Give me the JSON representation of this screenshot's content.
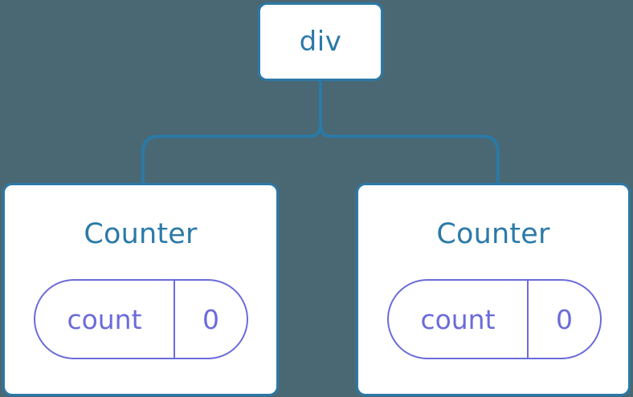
{
  "diagram": {
    "background_color": "#4a6874",
    "node_border_color": "#2b79a6",
    "node_fill_color": "#ffffff",
    "node_text_color": "#2b7aa8",
    "state_color": "#6b6bdb",
    "connector_color": "#2b79a6",
    "root": {
      "label": "div"
    },
    "children": [
      {
        "title": "Counter",
        "state": {
          "key": "count",
          "value": "0"
        }
      },
      {
        "title": "Counter",
        "state": {
          "key": "count",
          "value": "0"
        }
      }
    ]
  }
}
